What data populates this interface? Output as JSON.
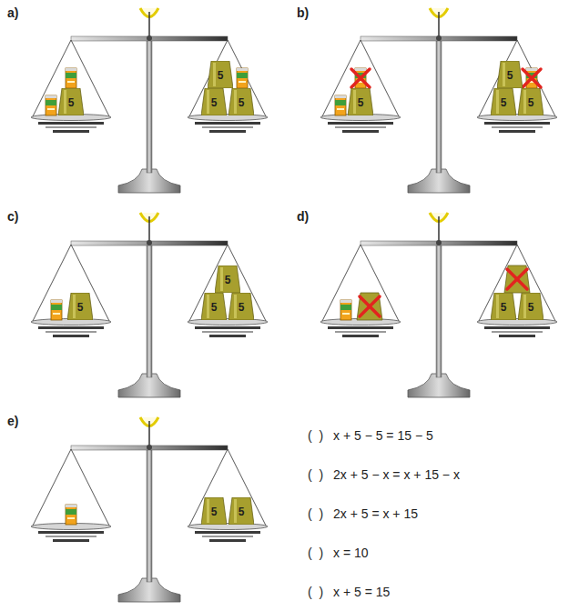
{
  "diagram": {
    "nodes": [
      {
        "text": [
          "5"
        ]
      },
      {
        "text": [
          "5"
        ]
      },
      {
        "text": [
          "5"
        ]
      },
      {
        "text": [
          "5"
        ]
      },
      {
        "text": [
          "5"
        ]
      },
      {
        "text": [
          "5"
        ]
      },
      {
        "text": [
          "5"
        ]
      },
      {
        "text": [
          "5"
        ]
      },
      {
        "text": [
          "5"
        ]
      },
      {
        "text": [
          "5"
        ]
      },
      {
        "text": [
          "5"
        ]
      },
      {
        "text": [
          "5"
        ]
      },
      {
        "text": [
          "5"
        ]
      },
      {
        "text": [
          "5"
        ]
      },
      {
        "text": [
          "5"
        ]
      },
      {
        "text": [
          "5"
        ]
      }
    ],
    "labels": [
      "a)",
      "b)",
      "c)",
      "d)",
      "e)",
      "(  )",
      "x + 5 − 5 = 15 − 5",
      "(  )",
      "2x + 5 − x = x + 15 − x",
      "(  )",
      "2x + 5 = x + 15",
      "(  )",
      "x = 10",
      "(  )",
      "x + 5 = 15"
    ]
  }
}
